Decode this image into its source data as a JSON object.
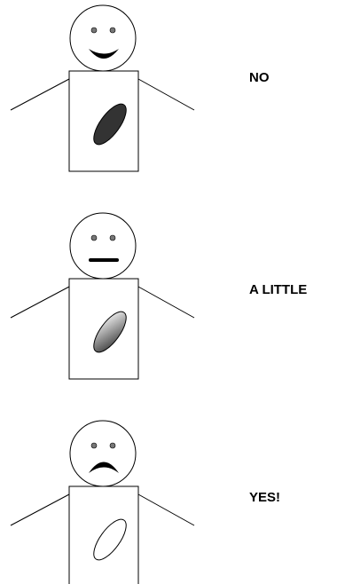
{
  "rows": [
    {
      "label": "NO",
      "mood": "happy",
      "fill": "solid-dark"
    },
    {
      "label": "A LITTLE",
      "mood": "neutral",
      "fill": "gradient"
    },
    {
      "label": "YES!",
      "mood": "sad",
      "fill": "empty"
    }
  ],
  "colors": {
    "line": "#000000",
    "fill_dark": "#333333",
    "gradient_light": "#ffffff",
    "gradient_dark": "#333333",
    "eye": "#777777"
  }
}
